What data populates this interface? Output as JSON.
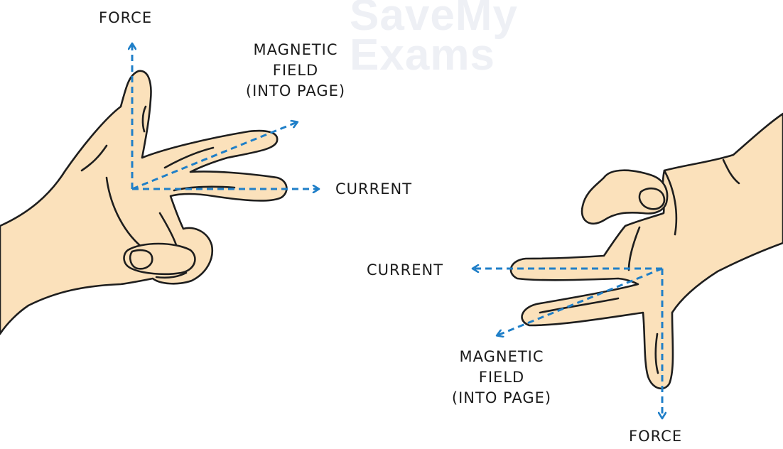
{
  "watermark": {
    "line1": "SaveMy",
    "line2": "Exams"
  },
  "colors": {
    "skin": "#fbe1bb",
    "outline": "#1e1e1e",
    "arrow": "#1f7fc8",
    "watermark": "#eef0f5"
  },
  "left_hand": {
    "force_label": "FORCE",
    "field_line1": "MAGNETIC",
    "field_line2": "FIELD",
    "field_line3": "(INTO  PAGE)",
    "current_label": "CURRENT"
  },
  "right_hand": {
    "current_label": "CURRENT",
    "field_line1": "MAGNETIC",
    "field_line2": "FIELD",
    "field_line3": "(INTO  PAGE)",
    "force_label": "FORCE"
  }
}
